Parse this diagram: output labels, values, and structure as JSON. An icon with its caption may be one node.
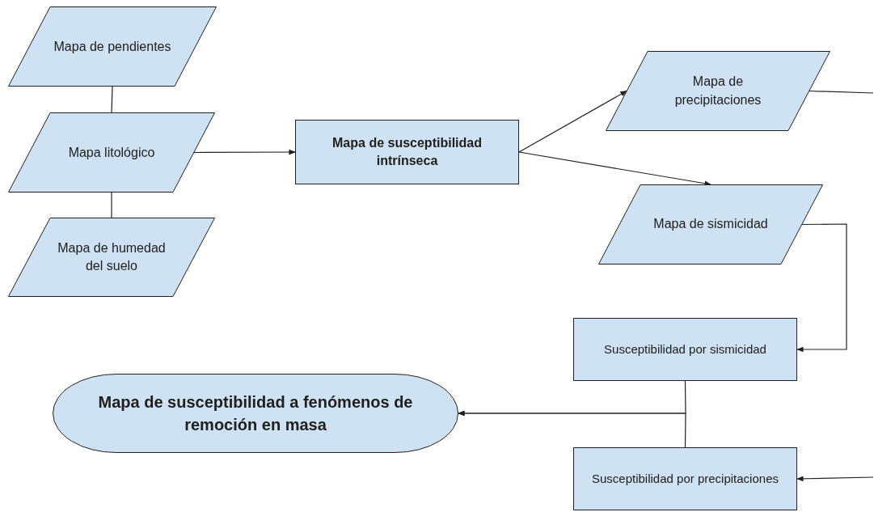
{
  "diagram": {
    "nodes": [
      {
        "text": [
          "Mapa de pendientes"
        ]
      },
      {
        "text": [
          "Mapa litológico"
        ]
      },
      {
        "text": [
          "Mapa de humedad del suelo"
        ]
      },
      {
        "text": [
          "Mapa de susceptibilidad intrínseca"
        ]
      },
      {
        "text": [
          "Mapa de precipitaciones"
        ]
      },
      {
        "text": [
          "Mapa de sismicidad"
        ]
      },
      {
        "text": [
          "Susceptibilidad por sismicidad"
        ]
      },
      {
        "text": [
          "Susceptibilidad por precipitaciones"
        ]
      },
      {
        "text": [
          "Mapa de susceptibilidad a fenómenos de remoción en masa"
        ]
      }
    ],
    "edges": [
      {
        "from": 0,
        "to": 1,
        "arrow": "none"
      },
      {
        "from": 1,
        "to": 2,
        "arrow": "none"
      },
      {
        "from": 1,
        "to": 3,
        "arrow": "to"
      },
      {
        "from": 3,
        "to": 4,
        "arrow": "to"
      },
      {
        "from": 3,
        "to": 5,
        "arrow": "to"
      },
      {
        "from": 4,
        "to": null,
        "arrow": "none"
      },
      {
        "from": 5,
        "to": 6,
        "arrow": "to"
      },
      {
        "from": null,
        "to": 7,
        "arrow": "to"
      },
      {
        "from": 6,
        "to": 8,
        "arrow": "to"
      },
      {
        "from": 7,
        "to": 8,
        "arrow": "to"
      }
    ]
  }
}
